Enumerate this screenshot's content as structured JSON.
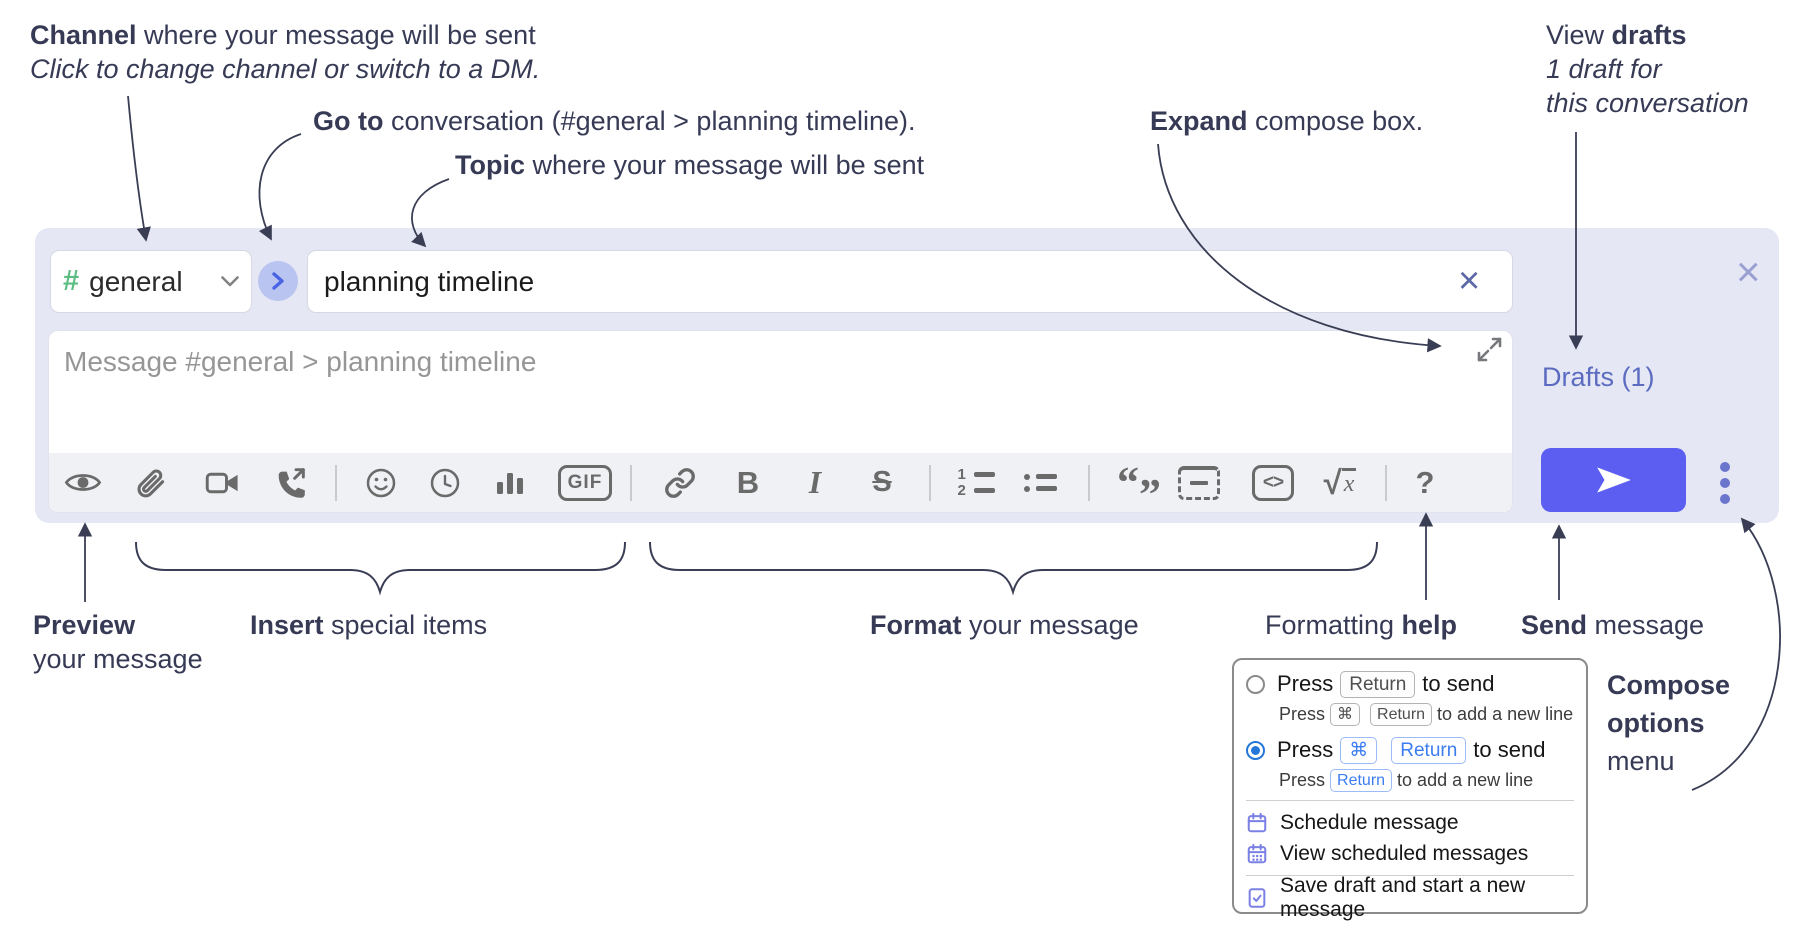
{
  "annotations": {
    "channel": {
      "bold": "Channel",
      "rest": " where your message will be sent",
      "sub": "Click to change channel or switch to a DM."
    },
    "goto": {
      "bold": "Go to",
      "rest": " conversation (#general > planning timeline)."
    },
    "topic": {
      "bold": "Topic",
      "rest": " where your message will be sent"
    },
    "expand": {
      "bold": "Expand",
      "rest": " compose box."
    },
    "view_drafts": {
      "pre": "View ",
      "bold": "drafts",
      "line2": "1 draft for",
      "line3": "this conversation"
    },
    "preview": {
      "bold": "Preview",
      "line2": "your message"
    },
    "insert": {
      "bold": "Insert",
      "rest": " special items"
    },
    "format": {
      "bold": "Format",
      "rest": " your message"
    },
    "formatting_help": {
      "pre": "Formatting ",
      "bold": "help"
    },
    "send": {
      "bold": "Send",
      "rest": " message"
    },
    "compose_options": {
      "line1": "Compose",
      "line2": "options",
      "line3": "menu"
    }
  },
  "compose": {
    "channel_hash": "#",
    "channel_name": "general",
    "topic_value": "planning timeline",
    "topic_clear": "×",
    "close": "×",
    "message_placeholder": "Message #general > planning timeline",
    "drafts_label": "Drafts (1)"
  },
  "toolbar": {
    "gif": "GIF",
    "bold": "B",
    "italic": "I",
    "strike": "S",
    "ol1": "1",
    "ol2": "2",
    "quote_open": "“",
    "quote_close": "”",
    "code": "<>",
    "sqrt": "√",
    "sqrt_x": "x",
    "help": "?"
  },
  "options_menu": {
    "opt1": {
      "pre": "Press",
      "key": "Return",
      "post": "to send",
      "sub_pre": "Press",
      "sub_key1": "⌘",
      "sub_key2": "Return",
      "sub_post": "to add a new line"
    },
    "opt2": {
      "pre": "Press",
      "key1": "⌘",
      "key2": "Return",
      "post": "to send",
      "sub_pre": "Press",
      "sub_key": "Return",
      "sub_post": "to add a new line"
    },
    "items": [
      "Schedule message",
      "View scheduled messages",
      "Save draft and start a new message"
    ]
  },
  "colors": {
    "accent_send": "#5b5ef0",
    "container_bg": "#e5e7f4",
    "drafts_link": "#5b6bc0",
    "channel_hash_green": "#5cbd82",
    "radio_blue": "#2576d9",
    "menu_icon_purple": "#7b80e4"
  }
}
